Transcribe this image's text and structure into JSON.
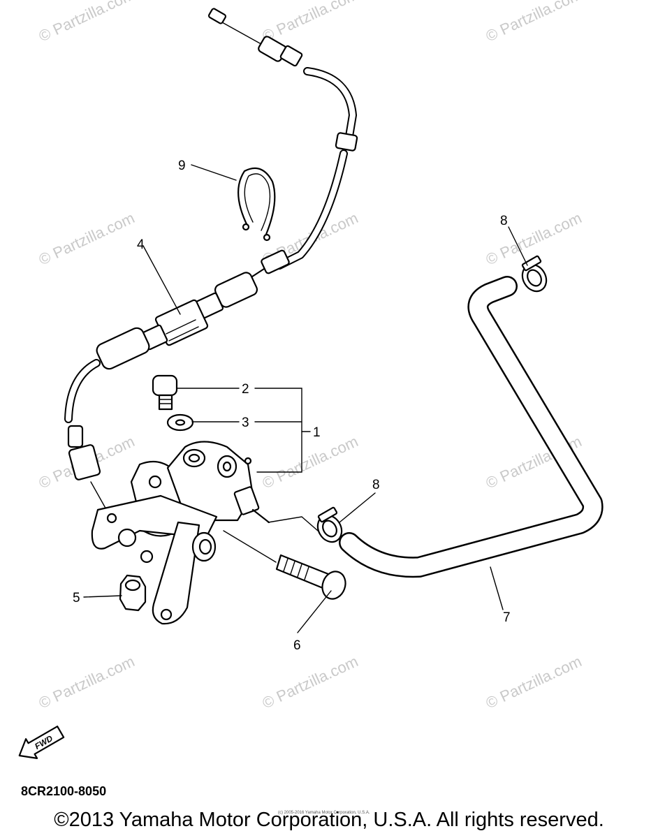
{
  "watermark": "© Partzilla.com",
  "callouts": {
    "c1": "1",
    "c2": "2",
    "c3": "3",
    "c4": "4",
    "c5": "5",
    "c6": "6",
    "c7": "7",
    "c8a": "8",
    "c8b": "8",
    "c9": "9"
  },
  "fwd_label": "FWD",
  "part_code": "8CR2100-8050",
  "fine_print": "(c) 2005-2016 Yamaha Motor Corporation, U.S.A.",
  "copyright": "©2013 Yamaha Motor Corporation, U.S.A. All rights reserved."
}
